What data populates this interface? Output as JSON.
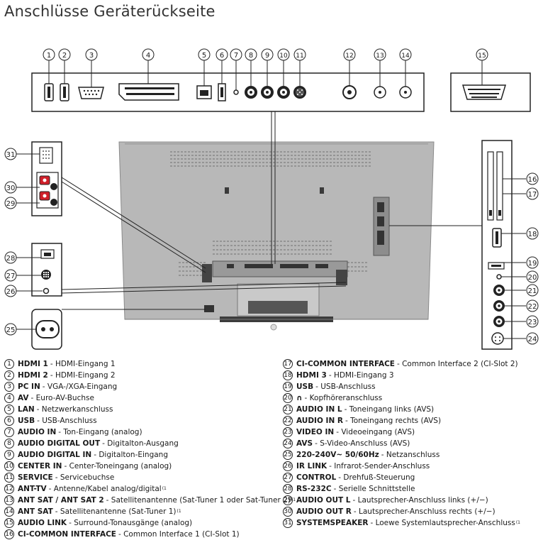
{
  "title": "Anschlüsse Geräterückseite",
  "legend": [
    {
      "num": "1",
      "name": "HDMI 1",
      "desc": "HDMI-Eingang 1",
      "note": ""
    },
    {
      "num": "2",
      "name": "HDMI 2",
      "desc": "HDMI-Eingang 2",
      "note": ""
    },
    {
      "num": "3",
      "name": "PC IN",
      "desc": "VGA-/XGA-Eingang",
      "note": ""
    },
    {
      "num": "4",
      "name": "AV",
      "desc": "Euro-AV-Buchse",
      "note": ""
    },
    {
      "num": "5",
      "name": "LAN",
      "desc": "Netzwerkanschluss",
      "note": ""
    },
    {
      "num": "6",
      "name": "USB",
      "desc": "USB-Anschluss",
      "note": ""
    },
    {
      "num": "7",
      "name": "AUDIO IN",
      "desc": "Ton-Eingang (analog)",
      "note": ""
    },
    {
      "num": "8",
      "name": "AUDIO DIGITAL OUT",
      "desc": "Digitalton-Ausgang",
      "note": ""
    },
    {
      "num": "9",
      "name": "AUDIO DIGITAL IN",
      "desc": "Digitalton-Eingang",
      "note": ""
    },
    {
      "num": "10",
      "name": "CENTER IN",
      "desc": "Center-Toneingang (analog)",
      "note": ""
    },
    {
      "num": "11",
      "name": "SERVICE",
      "desc": "Servicebuchse",
      "note": ""
    },
    {
      "num": "12",
      "name": "ANT-TV",
      "desc": "Antenne/Kabel analog/digital",
      "note": "(1"
    },
    {
      "num": "13",
      "name": "ANT SAT / ANT SAT 2",
      "desc": "Satellitenantenne (Sat-Tuner 1 oder Sat-Tuner 2)",
      "note": "(1"
    },
    {
      "num": "14",
      "name": "ANT SAT",
      "desc": "Satellitenantenne (Sat-Tuner 1)",
      "note": "(1"
    },
    {
      "num": "15",
      "name": "AUDIO LINK",
      "desc": "Surround-Tonausgänge (analog)",
      "note": ""
    },
    {
      "num": "16",
      "name": "CI-COMMON INTERFACE",
      "desc": "Common Interface 1 (CI-Slot 1)",
      "note": ""
    },
    {
      "num": "17",
      "name": "CI-COMMON INTERFACE",
      "desc": "Common Interface 2 (CI-Slot 2)",
      "note": ""
    },
    {
      "num": "18",
      "name": "HDMI 3",
      "desc": "HDMI-Eingang 3",
      "note": ""
    },
    {
      "num": "19",
      "name": "USB",
      "desc": "USB-Anschluss",
      "note": ""
    },
    {
      "num": "20",
      "name": "∩",
      "desc": "Kopfhöreranschluss",
      "note": ""
    },
    {
      "num": "21",
      "name": "AUDIO IN L",
      "desc": "Toneingang links (AVS)",
      "note": ""
    },
    {
      "num": "22",
      "name": "AUDIO IN R",
      "desc": "Toneingang rechts (AVS)",
      "note": ""
    },
    {
      "num": "23",
      "name": "VIDEO IN",
      "desc": "Videoeingang (AVS)",
      "note": ""
    },
    {
      "num": "24",
      "name": "AVS",
      "desc": "S-Video-Anschluss (AVS)",
      "note": ""
    },
    {
      "num": "25",
      "name": "220-240V~ 50/60Hz",
      "desc": "Netzanschluss",
      "note": ""
    },
    {
      "num": "26",
      "name": "IR LINK",
      "desc": "Infrarot-Sender-Anschluss",
      "note": ""
    },
    {
      "num": "27",
      "name": "CONTROL",
      "desc": "Drehfuß-Steuerung",
      "note": ""
    },
    {
      "num": "28",
      "name": "RS-232C",
      "desc": "Serielle Schnittstelle",
      "note": ""
    },
    {
      "num": "29",
      "name": "AUDIO OUT L",
      "desc": "Lautsprecher-Anschluss links (+/−)",
      "note": ""
    },
    {
      "num": "30",
      "name": "AUDIO OUT R",
      "desc": "Lautsprecher-Anschluss rechts (+/−)",
      "note": ""
    },
    {
      "num": "31",
      "name": "SYSTEMSPEAKER",
      "desc": "Loewe Systemlautsprecher-Anschluss",
      "note": "(1"
    }
  ],
  "colors": {
    "panel": "#b3b3b3",
    "panel_dark": "#8c8c8c",
    "line": "#222222",
    "red": "#d0202a"
  }
}
